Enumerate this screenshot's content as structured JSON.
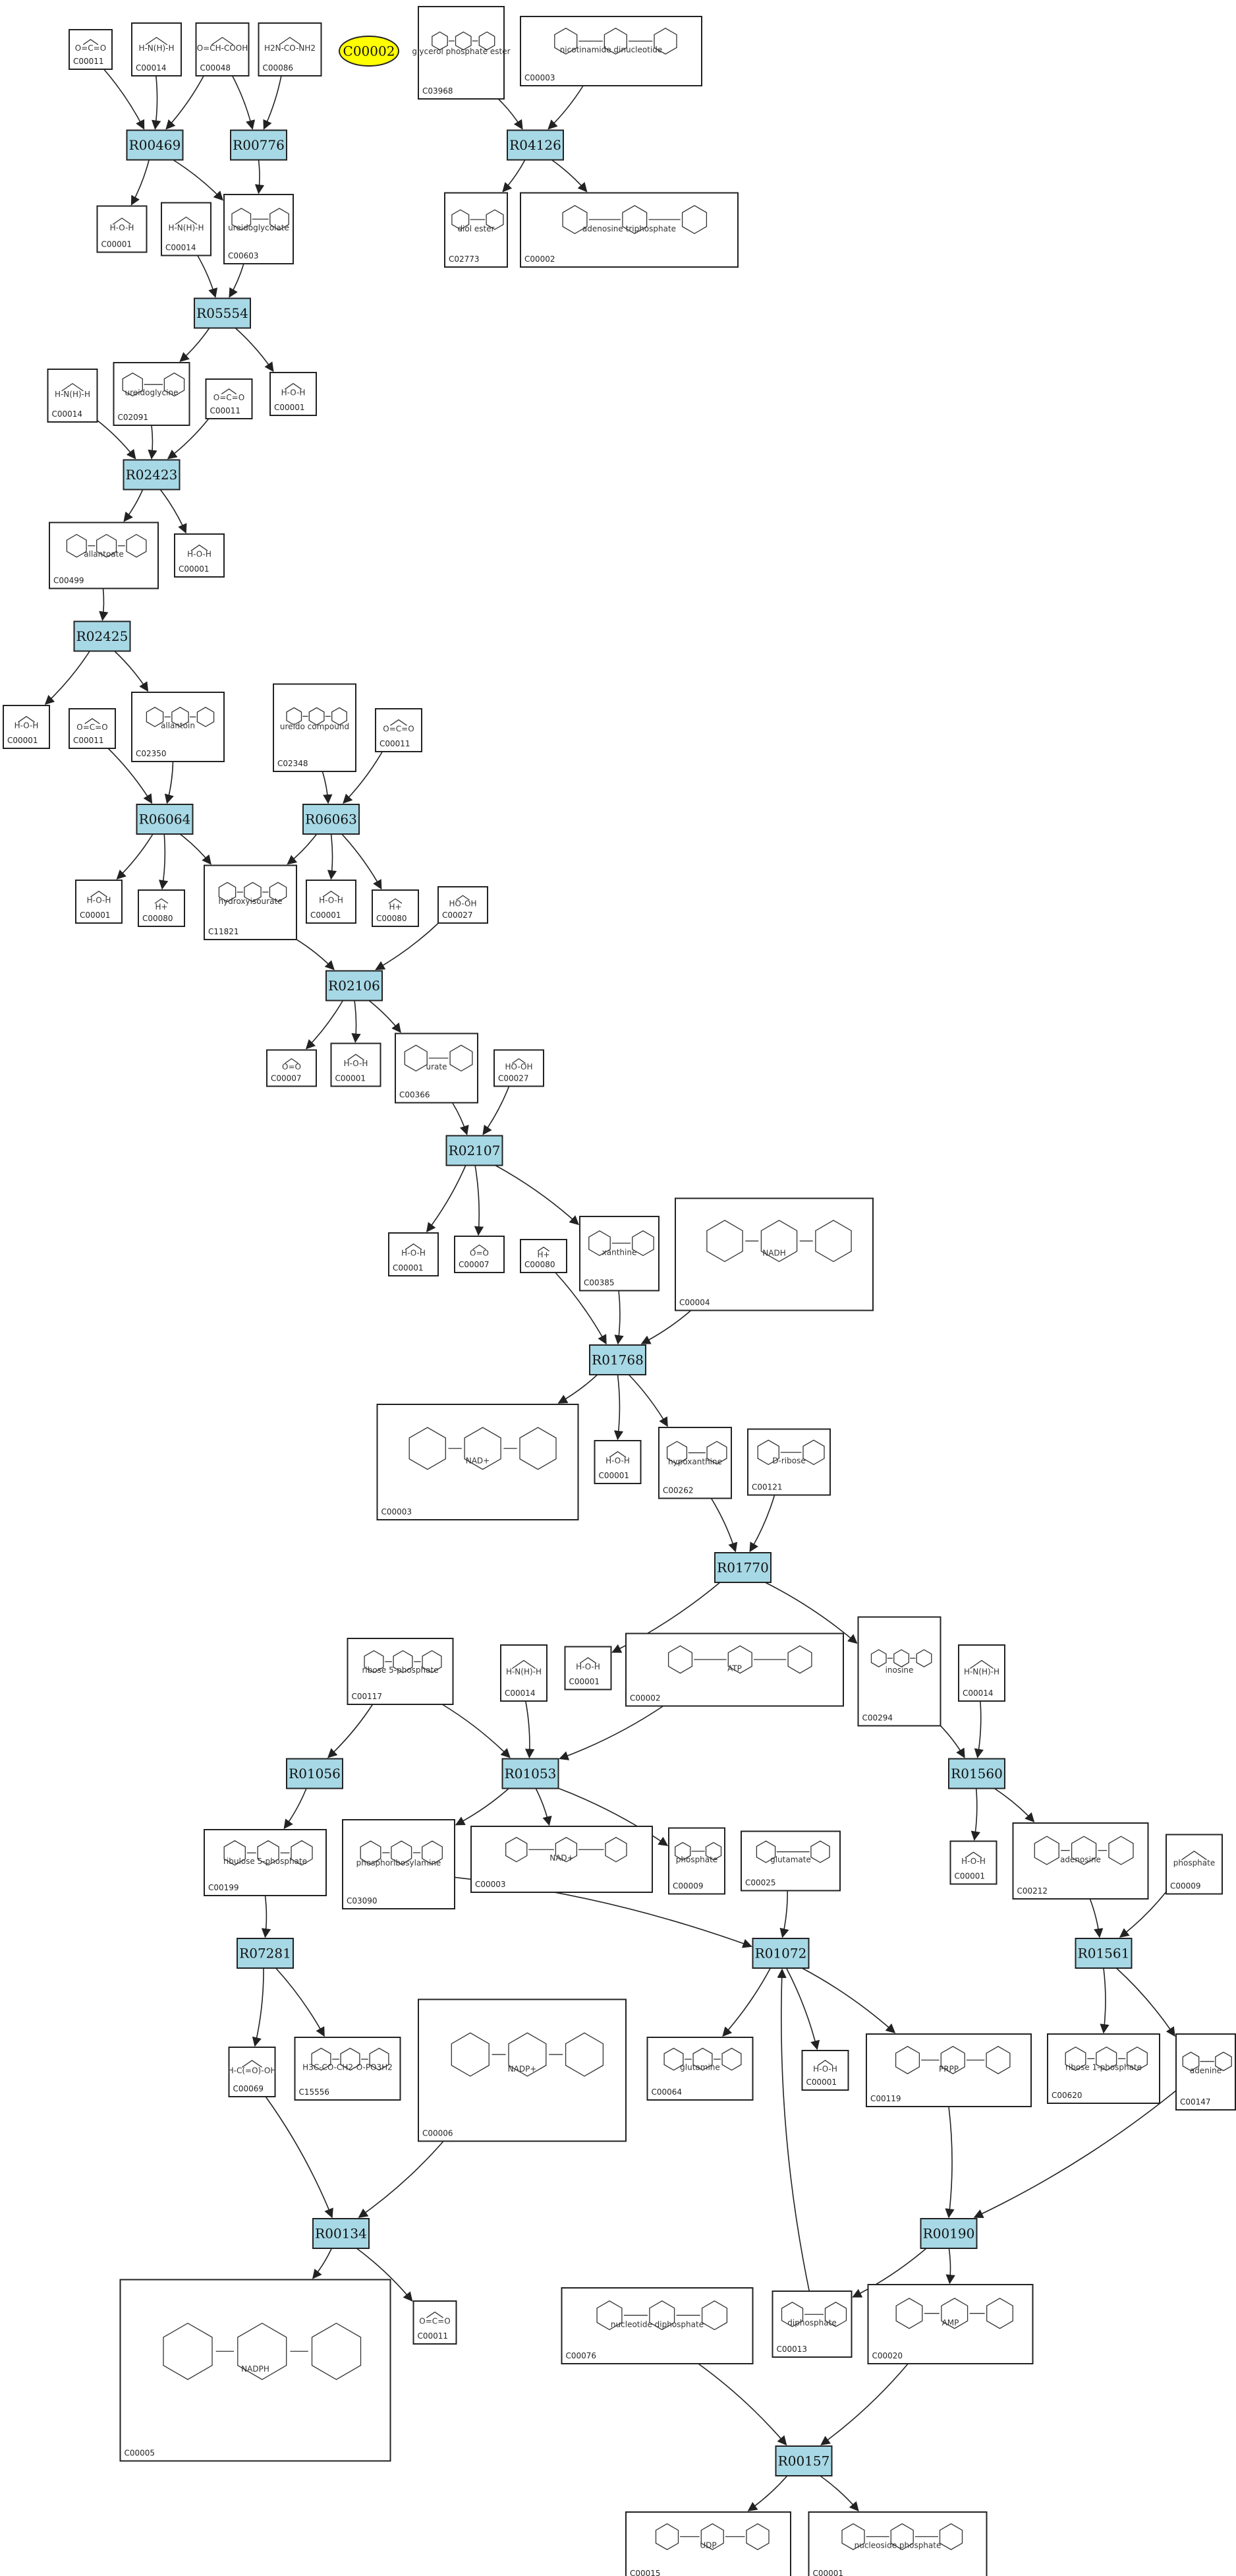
{
  "legend": {
    "label": "C00002",
    "color": "#ffff00"
  },
  "colors": {
    "reaction_fill": "#a7d8e5",
    "stroke": "#222222",
    "legend_fill": "#ffff00"
  },
  "reactions": [
    "R00469",
    "R00776",
    "R04126",
    "R05554",
    "R02423",
    "R02425",
    "R06064",
    "R06063",
    "R02106",
    "R02107",
    "R01768",
    "R01770",
    "R01056",
    "R01053",
    "R01560",
    "R07281",
    "R01072",
    "R01561",
    "R00134",
    "R00190",
    "R00157"
  ],
  "compounds": [
    {
      "id": "C00011",
      "structure": "O=C=O"
    },
    {
      "id": "C00014",
      "structure": "H-N(H)-H"
    },
    {
      "id": "C00048",
      "structure": "O=CH-COOH"
    },
    {
      "id": "C00086",
      "structure": "H2N-CO-NH2"
    },
    {
      "id": "C03968",
      "structure": "glycerol phosphate ester"
    },
    {
      "id": "C00003",
      "structure": "nicotinamide dinucleotide"
    },
    {
      "id": "C00001",
      "structure": "H-O-H"
    },
    {
      "id": "C00014",
      "structure": "H-N(H)-H"
    },
    {
      "id": "C00603",
      "structure": "ureidoglycolate"
    },
    {
      "id": "C02773",
      "structure": "diol ester"
    },
    {
      "id": "C00002",
      "structure": "adenosine triphosphate"
    },
    {
      "id": "C00001",
      "structure": "H-O-H"
    },
    {
      "id": "C00014",
      "structure": "H-N(H)-H"
    },
    {
      "id": "C02091",
      "structure": "ureidoglycine"
    },
    {
      "id": "C00011",
      "structure": "O=C=O"
    },
    {
      "id": "C00499",
      "structure": "allantoate"
    },
    {
      "id": "C00001",
      "structure": "H-O-H"
    },
    {
      "id": "C00001",
      "structure": "H-O-H"
    },
    {
      "id": "C00011",
      "structure": "O=C=O"
    },
    {
      "id": "C02350",
      "structure": "allantoin"
    },
    {
      "id": "C02348",
      "structure": "ureido compound"
    },
    {
      "id": "C00011",
      "structure": "O=C=O"
    },
    {
      "id": "C00001",
      "structure": "H-O-H"
    },
    {
      "id": "C00080",
      "structure": "H+"
    },
    {
      "id": "C11821",
      "structure": "hydroxyisourate"
    },
    {
      "id": "C00001",
      "structure": "H-O-H"
    },
    {
      "id": "C00080",
      "structure": "H+"
    },
    {
      "id": "C00027",
      "structure": "HO-OH"
    },
    {
      "id": "C00007",
      "structure": "O=O"
    },
    {
      "id": "C00001",
      "structure": "H-O-H"
    },
    {
      "id": "C00366",
      "structure": "urate"
    },
    {
      "id": "C00027",
      "structure": "HO-OH"
    },
    {
      "id": "C00001",
      "structure": "H-O-H"
    },
    {
      "id": "C00007",
      "structure": "O=O"
    },
    {
      "id": "C00080",
      "structure": "H+"
    },
    {
      "id": "C00385",
      "structure": "xanthine"
    },
    {
      "id": "C00004",
      "structure": "NADH"
    },
    {
      "id": "C00003",
      "structure": "NAD+"
    },
    {
      "id": "C00001",
      "structure": "H-O-H"
    },
    {
      "id": "C00262",
      "structure": "hypoxanthine"
    },
    {
      "id": "C00121",
      "structure": "D-ribose"
    },
    {
      "id": "C00117",
      "structure": "ribose 5-phosphate"
    },
    {
      "id": "C00014",
      "structure": "H-N(H)-H"
    },
    {
      "id": "C00001",
      "structure": "H-O-H"
    },
    {
      "id": "C00002",
      "structure": "ATP"
    },
    {
      "id": "C00294",
      "structure": "inosine"
    },
    {
      "id": "C00014",
      "structure": "H-N(H)-H"
    },
    {
      "id": "C00199",
      "structure": "ribulose 5-phosphate"
    },
    {
      "id": "C03090",
      "structure": "phosphoribosylamine"
    },
    {
      "id": "C00003",
      "structure": "NAD+"
    },
    {
      "id": "C00009",
      "structure": "phosphate"
    },
    {
      "id": "C00025",
      "structure": "glutamate"
    },
    {
      "id": "C00001",
      "structure": "H-O-H"
    },
    {
      "id": "C00212",
      "structure": "adenosine"
    },
    {
      "id": "C00009",
      "structure": "phosphate"
    },
    {
      "id": "C00069",
      "structure": "H-C(=O)-OH"
    },
    {
      "id": "C15556",
      "structure": "H3C-CO-CH2-O-PO3H2"
    },
    {
      "id": "C00006",
      "structure": "NADP+"
    },
    {
      "id": "C00064",
      "structure": "glutamine"
    },
    {
      "id": "C00001",
      "structure": "H-O-H"
    },
    {
      "id": "C00119",
      "structure": "PRPP"
    },
    {
      "id": "C00620",
      "structure": "ribose 1-phosphate"
    },
    {
      "id": "C00147",
      "structure": "adenine"
    },
    {
      "id": "C00005",
      "structure": "NADPH"
    },
    {
      "id": "C00011",
      "structure": "O=C=O"
    },
    {
      "id": "C00076",
      "structure": "nucleotide diphosphate"
    },
    {
      "id": "C00013",
      "structure": "diphosphate"
    },
    {
      "id": "C00020",
      "structure": "AMP"
    },
    {
      "id": "C00015",
      "structure": "UDP"
    },
    {
      "id": "C00001",
      "structure": "nucleoside phosphate"
    }
  ]
}
